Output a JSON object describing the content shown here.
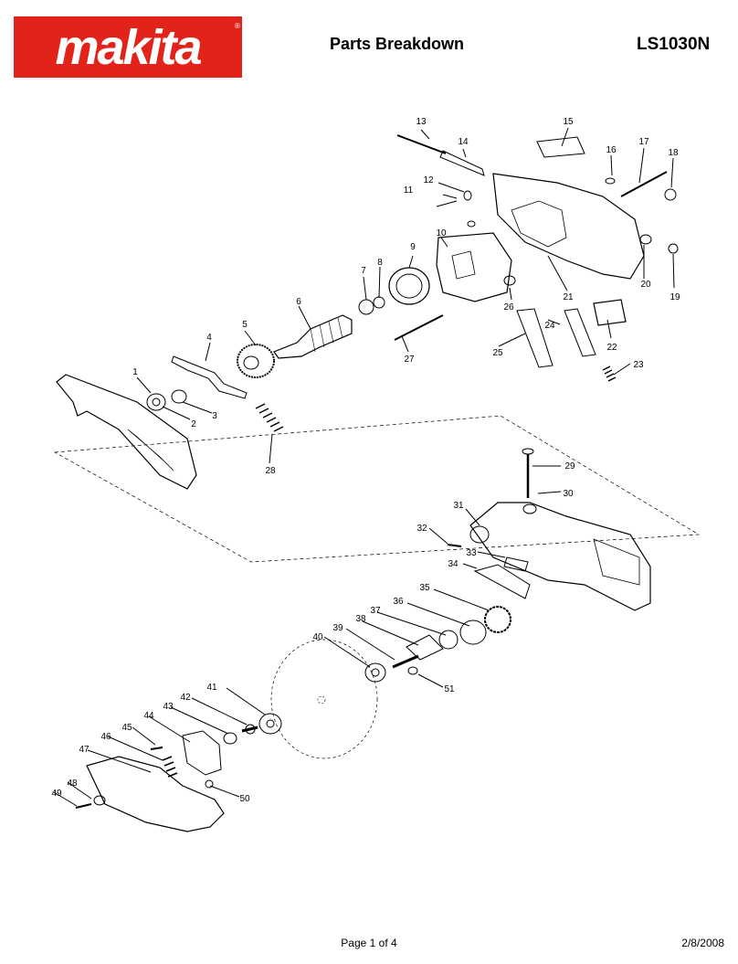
{
  "header": {
    "brand": "makita",
    "title": "Parts Breakdown",
    "model": "LS1030N"
  },
  "footer": {
    "page": "Page 1 of 4",
    "date": "2/8/2008"
  },
  "part_numbers": [
    "1",
    "2",
    "3",
    "4",
    "5",
    "6",
    "7",
    "8",
    "9",
    "10",
    "11",
    "12",
    "13",
    "14",
    "15",
    "16",
    "17",
    "18",
    "19",
    "20",
    "21",
    "22",
    "23",
    "24",
    "25",
    "26",
    "27",
    "28",
    "29",
    "30",
    "31",
    "32",
    "33",
    "34",
    "35",
    "36",
    "37",
    "38",
    "39",
    "40",
    "41",
    "42",
    "43",
    "44",
    "45",
    "46",
    "47",
    "48",
    "49",
    "50",
    "51"
  ],
  "colors": {
    "brand_red": "#e2231a",
    "line": "#000000"
  }
}
